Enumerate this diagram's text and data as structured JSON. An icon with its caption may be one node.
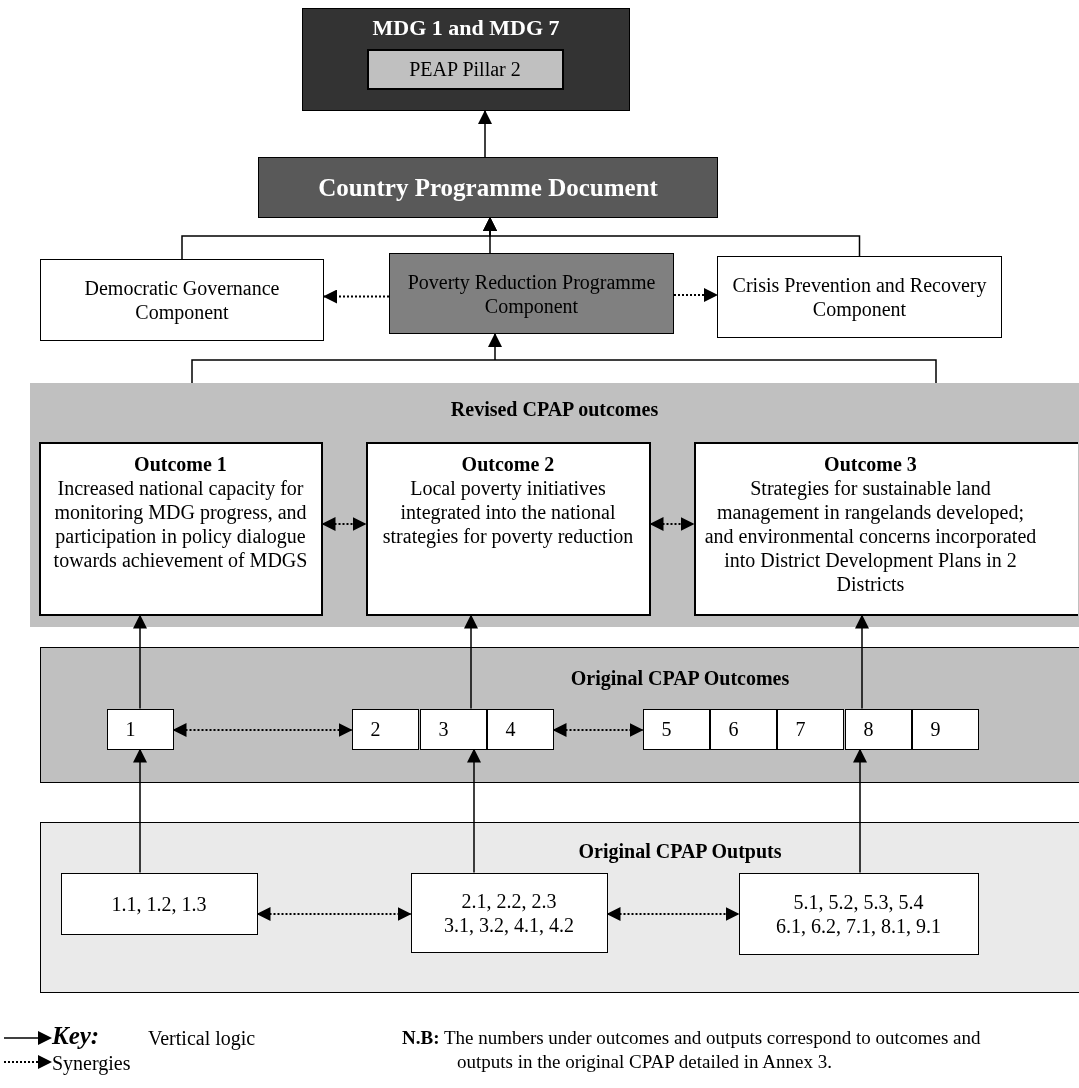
{
  "diagram": {
    "nodes": [
      {
        "text": [
          "MDG 1 and MDG 7"
        ]
      },
      {
        "text": [
          "PEAP Pillar 2"
        ],
        "in": 0
      },
      {
        "text": [
          "Country Programme Document"
        ]
      },
      {
        "text": [
          "Democratic Governance Component"
        ]
      },
      {
        "text": [
          "Poverty Reduction Programme Component"
        ]
      },
      {
        "text": [
          "Crisis Prevention and Recovery Component"
        ]
      },
      {
        "text": [
          "Revised CPAP outcomes"
        ]
      },
      {
        "text": [
          "Outcome 1",
          "Increased national capacity for monitoring MDG progress, and participation in policy dialogue towards achievement of MDGS"
        ],
        "in": 6
      },
      {
        "text": [
          "Outcome 2",
          "Local poverty initiatives integrated into the national strategies for poverty reduction"
        ],
        "in": 6
      },
      {
        "text": [
          "Outcome 3",
          "Strategies for sustainable land management in rangelands developed; and environmental concerns incorporated into District Development Plans in 2 Districts"
        ],
        "in": 6
      },
      {
        "text": [
          "Original CPAP Outcomes"
        ]
      },
      {
        "text": [
          "1"
        ],
        "in": 10
      },
      {
        "text": [
          "2"
        ],
        "in": 10
      },
      {
        "text": [
          "3"
        ],
        "in": 10
      },
      {
        "text": [
          "4"
        ],
        "in": 10
      },
      {
        "text": [
          "5"
        ],
        "in": 10
      },
      {
        "text": [
          "6"
        ],
        "in": 10
      },
      {
        "text": [
          "7"
        ],
        "in": 10
      },
      {
        "text": [
          "8"
        ],
        "in": 10
      },
      {
        "text": [
          "9"
        ],
        "in": 10
      },
      {
        "text": [
          "Original CPAP Outputs"
        ]
      },
      {
        "text": [
          "1.1, 1.2, 1.3"
        ],
        "in": 20
      },
      {
        "text": [
          "2.1, 2.2, 2.3",
          "3.1, 3.2, 4.1, 4.2"
        ],
        "in": 20
      },
      {
        "text": [
          "5.1, 5.2, 5.3, 5.4",
          "6.1, 6.2, 7.1, 8.1, 9.1"
        ],
        "in": 20
      }
    ],
    "edges": [
      {
        "from": 2,
        "to": 0,
        "arrow": "to"
      },
      {
        "from": 3,
        "to": 2,
        "arrow": "to"
      },
      {
        "from": 4,
        "to": 2,
        "arrow": "to"
      },
      {
        "from": 5,
        "to": 2,
        "arrow": "to"
      },
      {
        "from": 4,
        "to": 3,
        "arrow": "to",
        "style": "dashed"
      },
      {
        "from": 4,
        "to": 5,
        "arrow": "to",
        "style": "dashed"
      },
      {
        "from": 6,
        "to": 4,
        "arrow": "to"
      },
      {
        "from": 7,
        "to": 8,
        "arrow": "both",
        "style": "dashed"
      },
      {
        "from": 8,
        "to": 9,
        "arrow": "both",
        "style": "dashed"
      },
      {
        "from": 11,
        "to": 7,
        "arrow": "to"
      },
      {
        "from": 13,
        "to": 8,
        "arrow": "to"
      },
      {
        "from": 18,
        "to": 9,
        "arrow": "to"
      },
      {
        "from": 11,
        "to": 12,
        "arrow": "both",
        "style": "dashed"
      },
      {
        "from": 14,
        "to": 15,
        "arrow": "both",
        "style": "dashed"
      },
      {
        "from": 21,
        "to": 11,
        "arrow": "to"
      },
      {
        "from": 22,
        "to": 13,
        "arrow": "to"
      },
      {
        "from": 23,
        "to": 18,
        "arrow": "to"
      },
      {
        "from": 21,
        "to": 22,
        "arrow": "both",
        "style": "dashed"
      },
      {
        "from": 22,
        "to": 23,
        "arrow": "both",
        "style": "dashed"
      }
    ],
    "labels": [
      "Key:",
      "**N.B:** The numbers under outcomes and outputs correspond to outcomes and outputs in the original CPAP detailed in Annex 3."
    ],
    "legend": [
      {
        "text": "Vertical logic"
      },
      {
        "text": "Synergies"
      }
    ]
  }
}
